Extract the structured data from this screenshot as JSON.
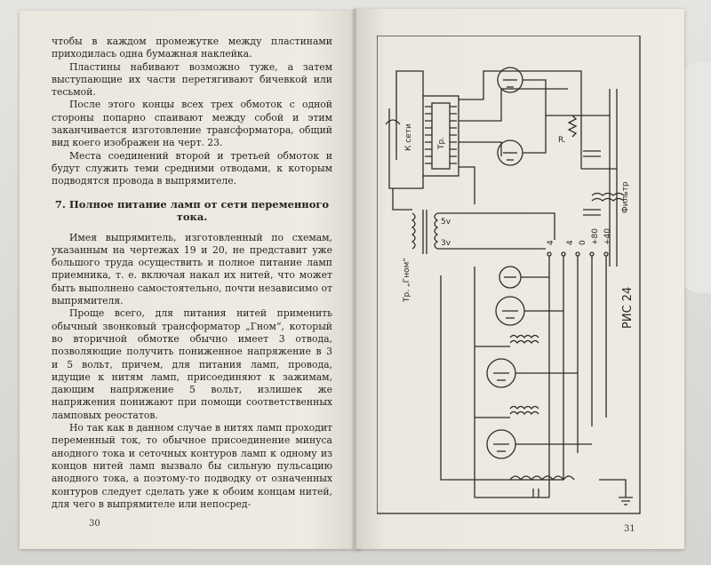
{
  "left_page": {
    "paragraphs": [
      "чтобы в каждом промежутке между пластинами приходилась одна бумажная наклейка.",
      "Пластины набивают возможно туже, а затем выступающие их части перетягивают бичевкой или тесьмой.",
      "После этого концы всех трех обмоток с одной стороны попарно спаивают между собой и этим заканчивается изготовление трансформатора, общий вид коего изображен на черт. 23.",
      "Места соединений второй и третьей обмоток и будут служить теми средними отводами, к которым подводятся провода в выпрямителе."
    ],
    "heading": "7. Полное питание ламп от сети переменного тока.",
    "paragraphs2": [
      "Имея выпрямитель, изготовленный по схемам, указанным на чертежах 19 и 20, не представит уже большого труда осуществить и полное питание ламп приемника, т. е. включая накал их нитей, что может быть выполнено самостоятельно, почти независимо от выпрямителя.",
      "Проще всего, для питания нитей применить обычный звонковый трансформатор „Гном“, который во вторичной обмотке обычно имеет 3 отвода, позволяющие получить пониженное напряжение в 3 и 5 вольт, причем, для питания ламп, провода, идущие к нитям ламп, присоединяют к зажимам, дающим напряжение 5 вольт, излишек же напряжения понижают при помощи соответственных ламповых реостатов.",
      "Но так как в данном случае в нитях ламп проходит переменный ток, то обычное присоединение минуса анодного тока и сеточных контуров ламп к одному из концов нитей ламп вызвало бы сильную пульсацию анодного тока, а поэтому-то подводку от означенных контуров следует сделать уже к обоим концам нитей, для чего в выпрямителе или непосред-"
    ],
    "page_number": "30"
  },
  "right_page": {
    "page_number": "31",
    "diagram_labels": {
      "mains": "К сети",
      "transformer": "Тр.",
      "resistor": "R.",
      "filter": "Фильтр",
      "gnome": "Тр. „Гном“",
      "v5": "5v",
      "v3": "3v",
      "t4a": "4",
      "t4b": "4",
      "t0": "0",
      "t80": "+80",
      "t40": "+40",
      "fig": "РИС 24"
    }
  }
}
